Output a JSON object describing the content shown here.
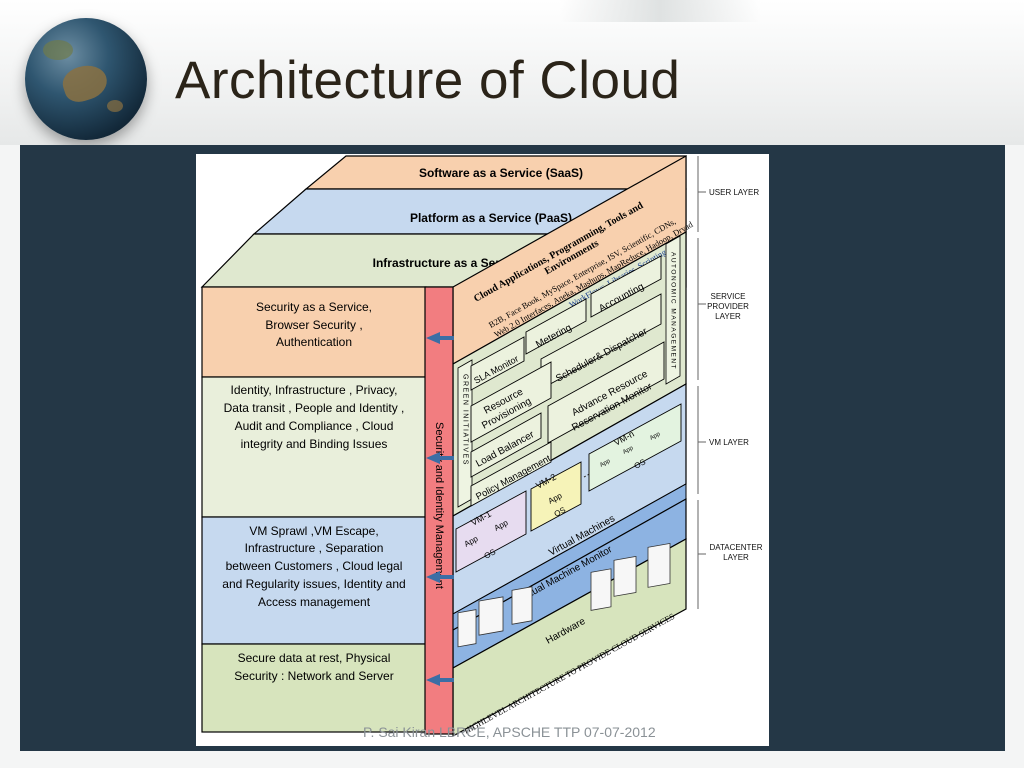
{
  "slide": {
    "title": "Architecture of Cloud",
    "footer": "P. Sai Kiran LBRCE, APSCHE TTP 07-07-2012"
  },
  "diagram": {
    "top_layers": {
      "saas": "Software as a Service  (SaaS)",
      "paas": "Platform as a Service  (PaaS)",
      "iaas": "Infrastructure as a Service  (IaaS)"
    },
    "left_issues": [
      [
        "Security as a Service,",
        "Browser Security ,",
        "Authentication"
      ],
      [
        "Identity, Infrastructure , Privacy,",
        "Data transit , People and Identity ,",
        "Audit and Compliance , Cloud",
        "integrity and Binding Issues"
      ],
      [
        "VM Sprawl ,VM Escape,",
        "Infrastructure , Separation",
        "between Customers , Cloud legal",
        "and Regularity issues, Identity and",
        "Access management"
      ],
      [
        "Secure data at rest, Physical",
        "Security : Network and Server"
      ]
    ],
    "security_bar": "Security and Identity Management",
    "right_layers": {
      "user": "USER LAYER",
      "service_provider": [
        "SERVICE",
        "PROVIDER",
        "LAYER"
      ],
      "vm": "VM LAYER",
      "datacenter": [
        "DATACENTER",
        "LAYER"
      ]
    },
    "cloud_apps": {
      "title_line1": "Cloud Applications, Programming, Tools and",
      "title_line2": "Environments",
      "detail_line1": "B2B, Face Book, MySpace, Enterprise, ISV, Scientific, CDNs,",
      "detail_line2": "Web 2.0 Interfaces, Aneka, Mashups, MapReduce, Hadoop, Dryad",
      "detail_line3": "WorkFlows, Libraries, Scripting"
    },
    "autonomic": "AUTONOMIC MANAGEMENT",
    "green": "GREEN INITIATIVES",
    "service_boxes": {
      "accounting": "Accounting",
      "metering": "Metering",
      "sla_monitor": "SLA Monitor",
      "scheduler": "Scheduler& Dispatcher",
      "resource_provisioning": [
        "Resource",
        "Provisioning"
      ],
      "advance_reservation": [
        "Advance Resource",
        "Reservation Monitor"
      ],
      "load_balancer": "Load Balancer",
      "policy_management": "Policy Management"
    },
    "vms": [
      {
        "name": "VM-1",
        "apps": [
          "App",
          "App"
        ],
        "os": "OS"
      },
      {
        "name": "VM-2",
        "apps": [
          "App"
        ],
        "os": "OS"
      },
      {
        "name": "VM-n",
        "apps": [
          "App",
          "App",
          "App"
        ],
        "os": "OS"
      }
    ],
    "virtual_machines": "Virtual Machines",
    "vmm": "Virtual Machine Monitor",
    "hardware": "Hardware",
    "caption": "HIGHLEVEL ARCHITECTURE TO PROVIDE CLOUD SERVICES"
  },
  "colors": {
    "saas": "#f8d0ae",
    "paas": "#c6d9ef",
    "iaas": "#dfe8cf",
    "security_bar": "#f27d80",
    "vm_layer": "#c6d9ef",
    "vmm": "#8db3e2",
    "hardware": "#d7e4bd",
    "dark_panel": "#243746"
  },
  "icons": [
    "globe-icon",
    "server-icon",
    "arrow-icon"
  ]
}
